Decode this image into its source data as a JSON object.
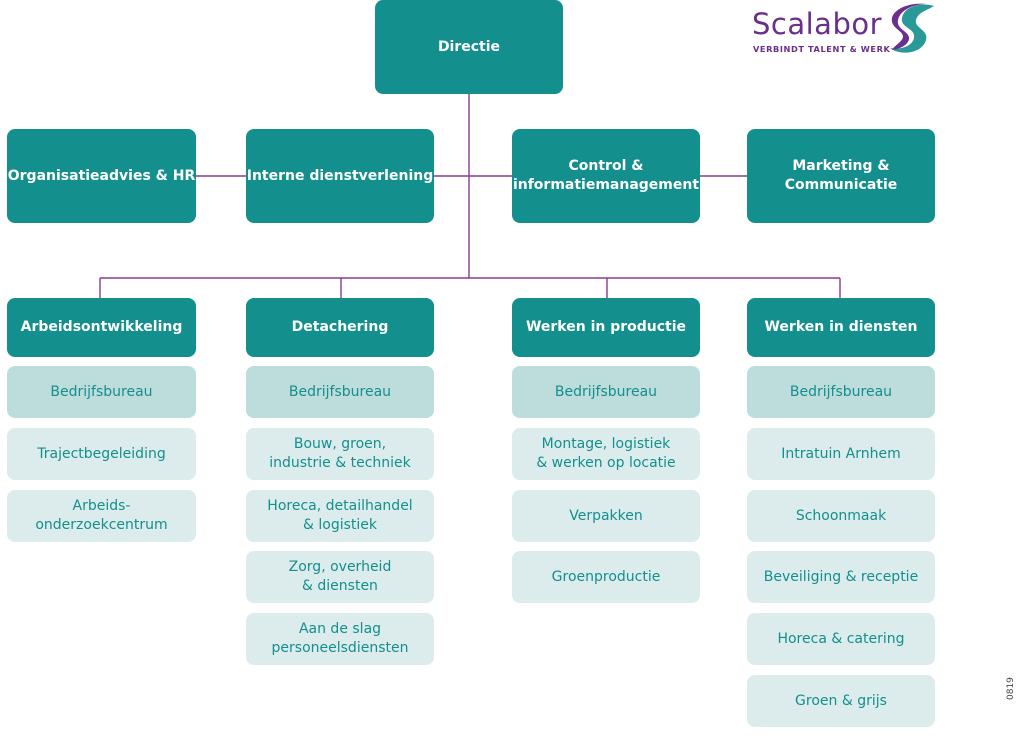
{
  "logo": {
    "name": "Scalabor",
    "tagline": "VERBINDT TALENT & WERK",
    "colors": {
      "purple": "#6a2f8c",
      "teal": "#2a9a98"
    }
  },
  "colors": {
    "box": "#138f8d",
    "sub_first": "#bddcdc",
    "sub_other": "#dcecec",
    "line": "#8a3a94"
  },
  "top": {
    "label": "Directie"
  },
  "staff": [
    {
      "label": "Organisatieadvies & HR"
    },
    {
      "label": "Interne dienstverlening"
    },
    {
      "label": "Control &\ninformatiemanagement"
    },
    {
      "label": "Marketing &\nCommunicatie"
    }
  ],
  "divisions": [
    {
      "label": "Arbeidsontwikkeling",
      "items": [
        "Bedrijfsbureau",
        "Trajectbegeleiding",
        "Arbeids-\nonderzoekcentrum"
      ]
    },
    {
      "label": "Detachering",
      "items": [
        "Bedrijfsbureau",
        "Bouw, groen,\nindustrie & techniek",
        "Horeca, detailhandel\n& logistiek",
        "Zorg, overheid\n& diensten",
        "Aan de slag\npersoneelsdiensten"
      ]
    },
    {
      "label": "Werken in productie",
      "items": [
        "Bedrijfsbureau",
        "Montage, logistiek\n& werken op locatie",
        "Verpakken",
        "Groenproductie"
      ]
    },
    {
      "label": "Werken in diensten",
      "items": [
        "Bedrijfsbureau",
        "Intratuin Arnhem",
        "Schoonmaak",
        "Beveiliging & receptie",
        "Horeca & catering",
        "Groen & grijs"
      ]
    }
  ],
  "doc_code": "0819"
}
